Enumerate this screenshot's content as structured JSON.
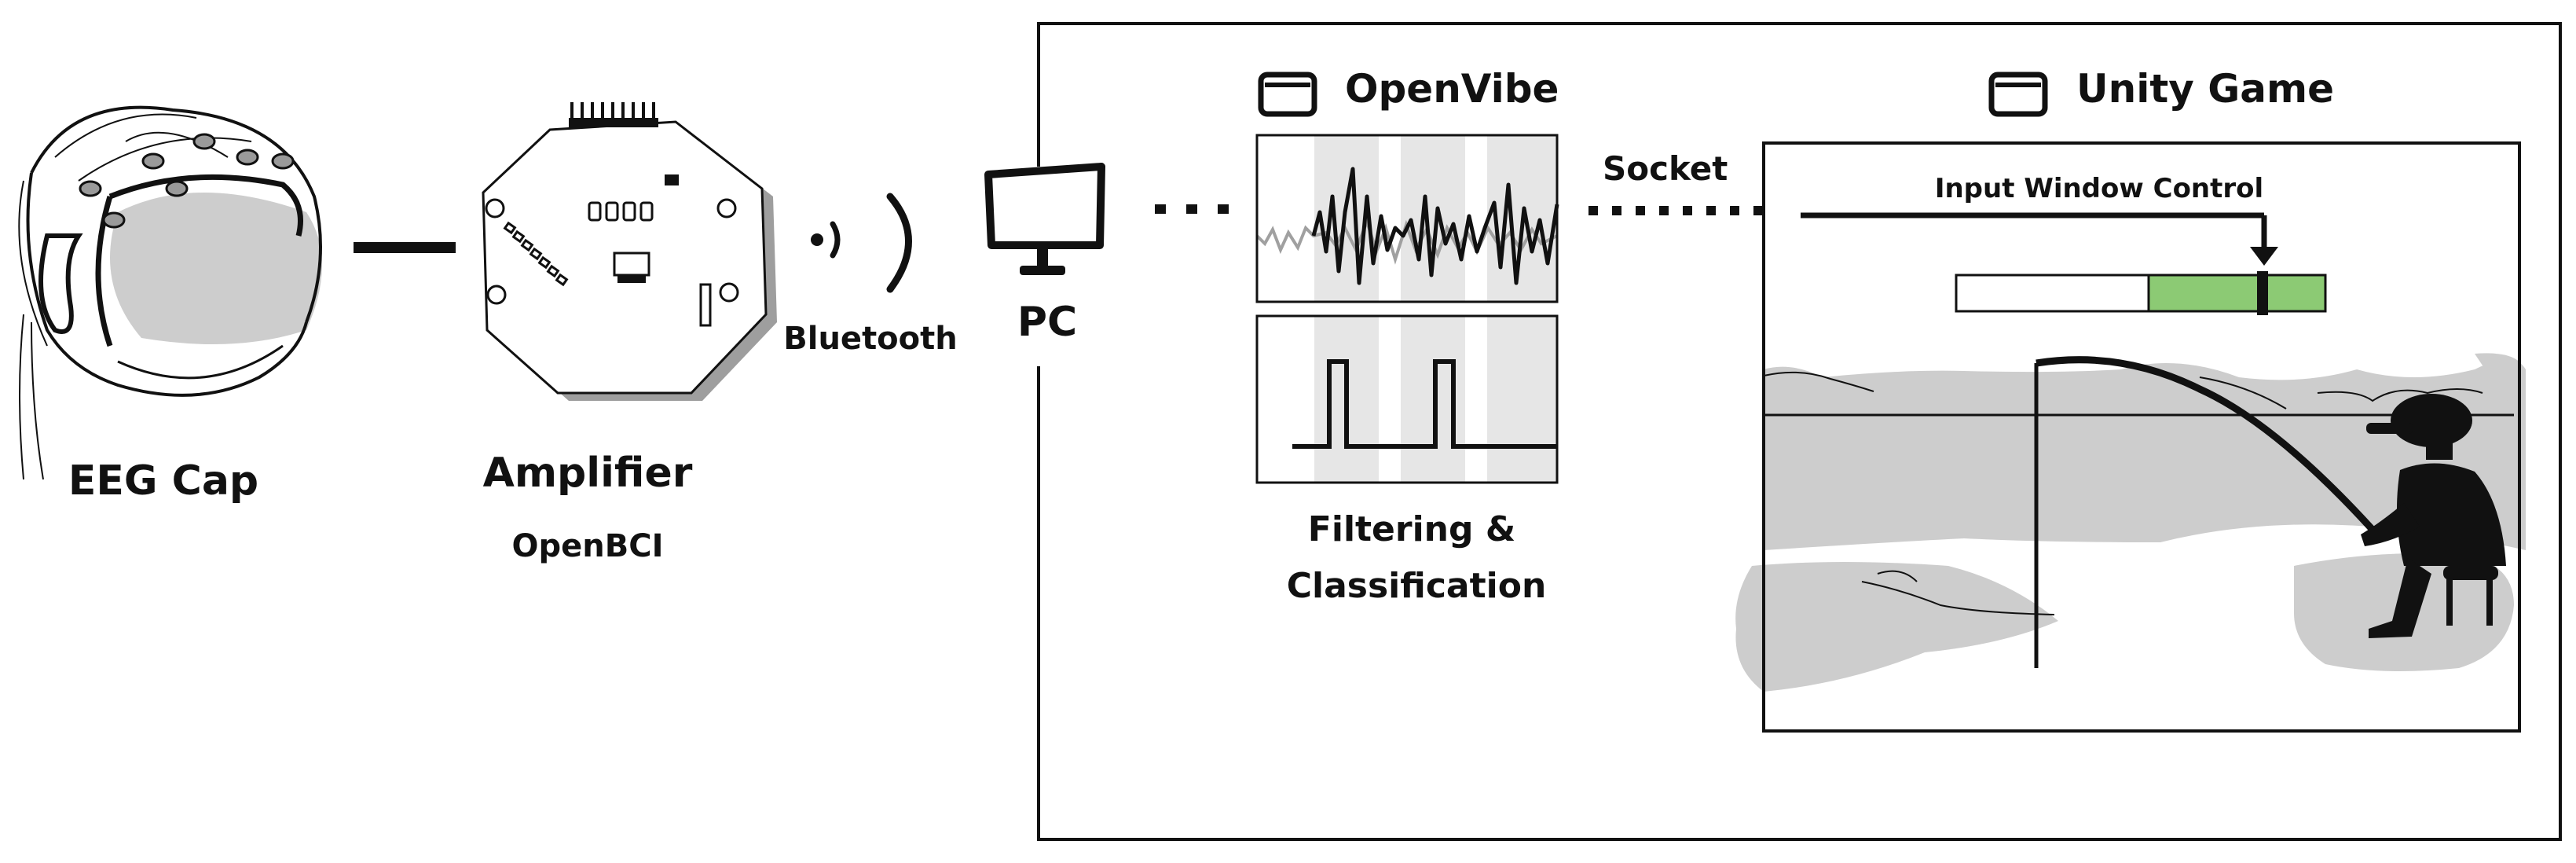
{
  "eeg": {
    "label": "EEG Cap"
  },
  "amplifier": {
    "label": "Amplifier",
    "sublabel": "OpenBCI"
  },
  "bluetooth": {
    "label": "Bluetooth"
  },
  "pc": {
    "label": "PC"
  },
  "openvibe": {
    "title": "OpenVibe",
    "caption_line1": "Filtering &",
    "caption_line2": "Classification"
  },
  "socket": {
    "label": "Socket"
  },
  "unity": {
    "title": "Unity Game",
    "input_label": "Input Window Control"
  },
  "colors": {
    "accent_green": "#8cca74",
    "scene_gray": "#cdcdcd",
    "band_gray": "#e6e6e6",
    "ink": "#111111"
  }
}
